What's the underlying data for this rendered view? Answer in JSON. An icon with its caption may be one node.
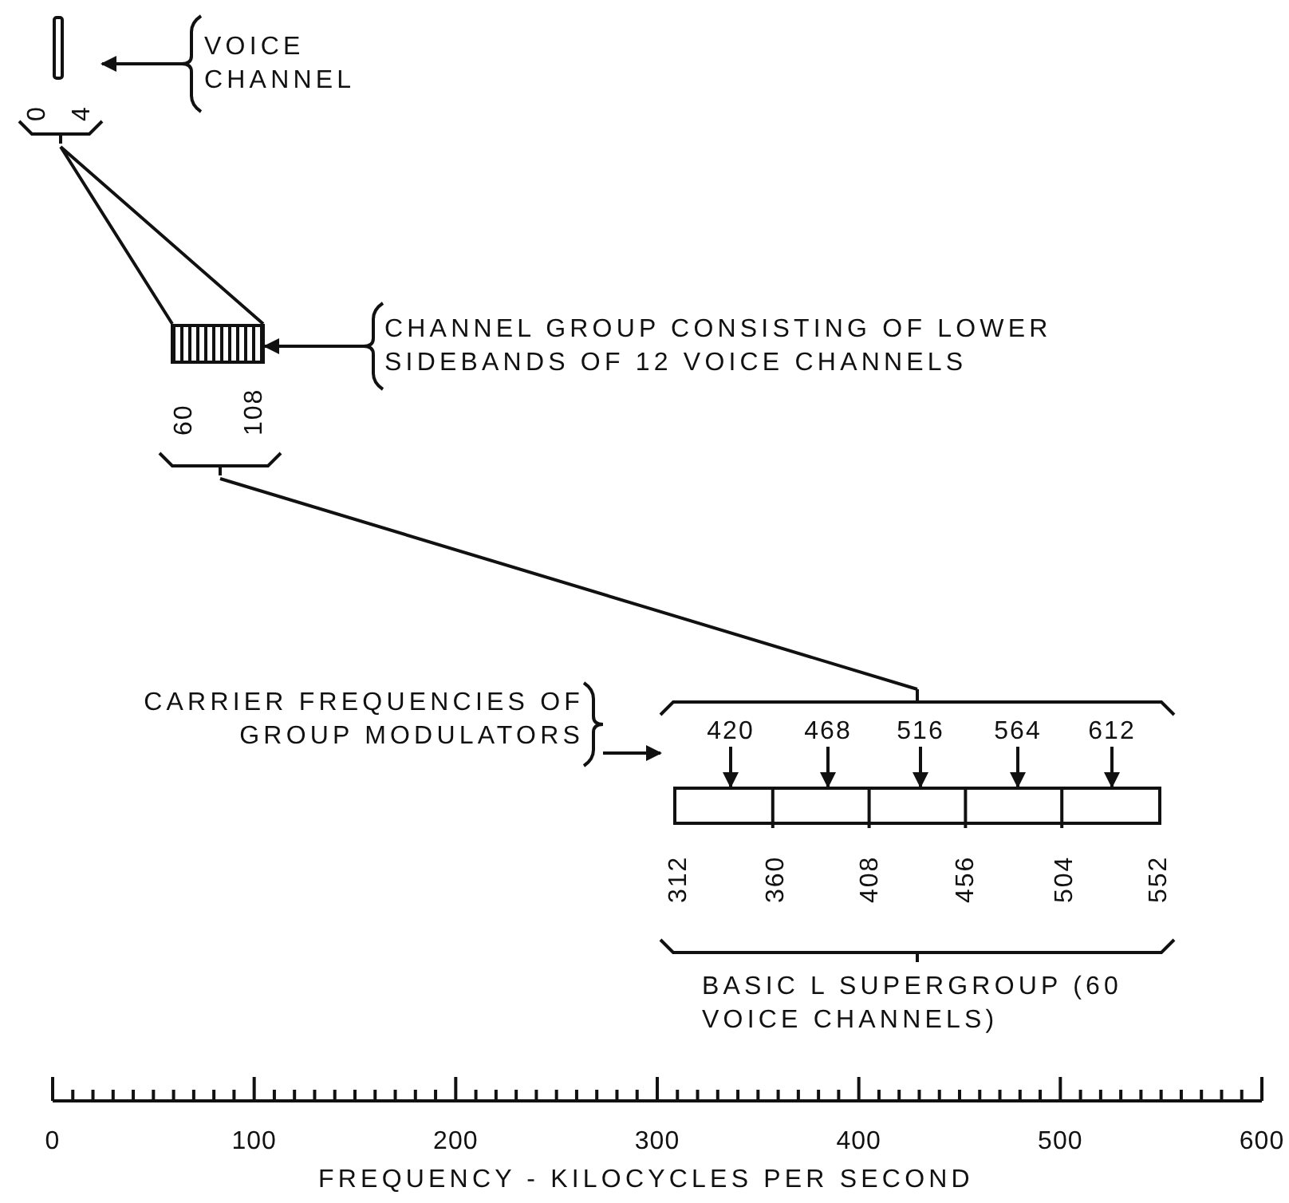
{
  "diagram": {
    "nodes": [
      {
        "text": [],
        "shape": "bar"
      },
      {
        "text": [
          "VOICE CHANNEL"
        ]
      },
      {
        "text": [],
        "shape": "bar"
      },
      {
        "text": [
          "CHANNEL GROUP CONSISTING OF LOWER SIDEBANDS OF 12 VOICE CHANNELS"
        ]
      },
      {
        "text": [],
        "shape": "bar"
      },
      {
        "text": [
          "420"
        ]
      },
      {
        "text": [
          "468"
        ]
      },
      {
        "text": [
          "516"
        ]
      },
      {
        "text": [
          "564"
        ]
      },
      {
        "text": [
          "612"
        ]
      },
      {
        "text": [
          "CARRIER FREQUENCIES OF GROUP MODULATORS"
        ]
      },
      {
        "text": [],
        "shape": "bracket"
      }
    ],
    "edges": [
      {
        "from": 0,
        "to": 2,
        "arrow": "none"
      },
      {
        "from": 2,
        "to": 11,
        "arrow": "none"
      },
      {
        "from": 1,
        "to": 0,
        "arrow": "to"
      },
      {
        "from": 3,
        "to": 2,
        "arrow": "to"
      },
      {
        "from": 5,
        "to": 4,
        "arrow": "to"
      },
      {
        "from": 6,
        "to": 4,
        "arrow": "to"
      },
      {
        "from": 7,
        "to": 4,
        "arrow": "to"
      },
      {
        "from": 8,
        "to": 4,
        "arrow": "to"
      },
      {
        "from": 9,
        "to": 4,
        "arrow": "to"
      },
      {
        "from": 10,
        "to": 4,
        "arrow": "to"
      }
    ],
    "labels": [
      "0",
      "4",
      "60",
      "108",
      "312",
      "360",
      "408",
      "456",
      "504",
      "552",
      "BASIC L SUPERGROUP (60 VOICE CHANNELS)",
      "0",
      "100",
      "200",
      "300",
      "400",
      "500",
      "600",
      "FREQUENCY - KILOCYCLES PER SECOND"
    ]
  }
}
